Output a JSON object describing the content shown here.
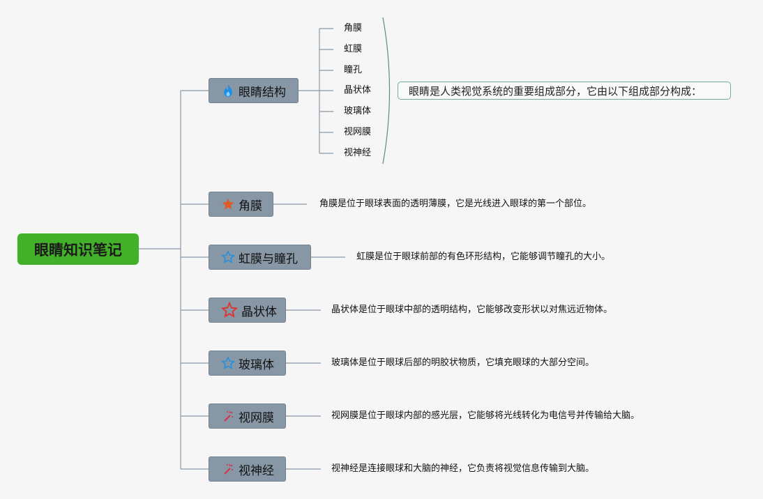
{
  "root": {
    "label": "眼睛知识笔记"
  },
  "topics": [
    {
      "label": "眼睛结构",
      "icon": "fire-icon"
    },
    {
      "label": "角膜",
      "icon": "star-filled-icon",
      "desc": "角膜是位于眼球表面的透明薄膜，它是光线进入眼球的第一个部位。"
    },
    {
      "label": "虹膜与瞳孔",
      "icon": "star-outline-blue-icon",
      "desc": "虹膜是位于眼球前部的有色环形结构，它能够调节瞳孔的大小。"
    },
    {
      "label": "晶状体",
      "icon": "star-outline-red-icon",
      "desc": "晶状体是位于眼球中部的透明结构，它能够改变形状以对焦远近物体。"
    },
    {
      "label": "玻璃体",
      "icon": "star-outline-blue-icon",
      "desc": "玻璃体是位于眼球后部的明胶状物质，它填充眼球的大部分空间。"
    },
    {
      "label": "视网膜",
      "icon": "magic-wand-icon",
      "desc": "视网膜是位于眼球内部的感光层，它能够将光线转化为电信号并传输给大脑。"
    },
    {
      "label": "视神经",
      "icon": "magic-wand-icon",
      "desc": "视神经是连接眼球和大脑的神经，它负责将视觉信息传输到大脑。"
    }
  ],
  "structure_parts": [
    "角膜",
    "虹膜",
    "瞳孔",
    "晶状体",
    "玻璃体",
    "视网膜",
    "视神经"
  ],
  "structure_note": "眼睛是人类视觉系统的重要组成部分，它由以下组成部分构成："
}
